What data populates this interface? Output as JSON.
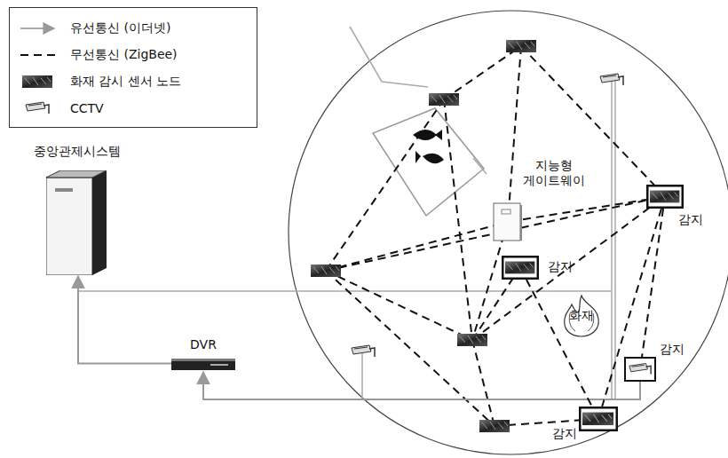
{
  "diagram": {
    "nodes": [
      {
        "text": [
          "중앙관제시스템"
        ]
      },
      {
        "text": [
          "DVR"
        ]
      },
      {
        "text": [
          "지능형 게이트웨이"
        ]
      },
      {
        "text": [
          "감지"
        ]
      },
      {
        "text": [
          "감지"
        ]
      },
      {
        "text": [
          "화재"
        ]
      },
      {
        "text": [
          "감지"
        ]
      },
      {
        "text": [
          "감지"
        ]
      }
    ],
    "edges": [
      {
        "from": 6,
        "to": 1,
        "arrow": "to"
      },
      {
        "from": 1,
        "to": 0,
        "arrow": "to"
      },
      {
        "from": 2,
        "to": 3,
        "arrow": "none"
      },
      {
        "from": 3,
        "to": 7,
        "arrow": "none"
      },
      {
        "from": 4,
        "to": 7,
        "arrow": "none"
      },
      {
        "from": 3,
        "to": 6,
        "arrow": "none"
      }
    ],
    "legend": [
      {
        "text": "유선통신 (이더넷)"
      },
      {
        "text": "무선통신 (ZigBee)"
      },
      {
        "text": "화재 감시 센서 노드"
      },
      {
        "text": "CCTV"
      }
    ]
  }
}
